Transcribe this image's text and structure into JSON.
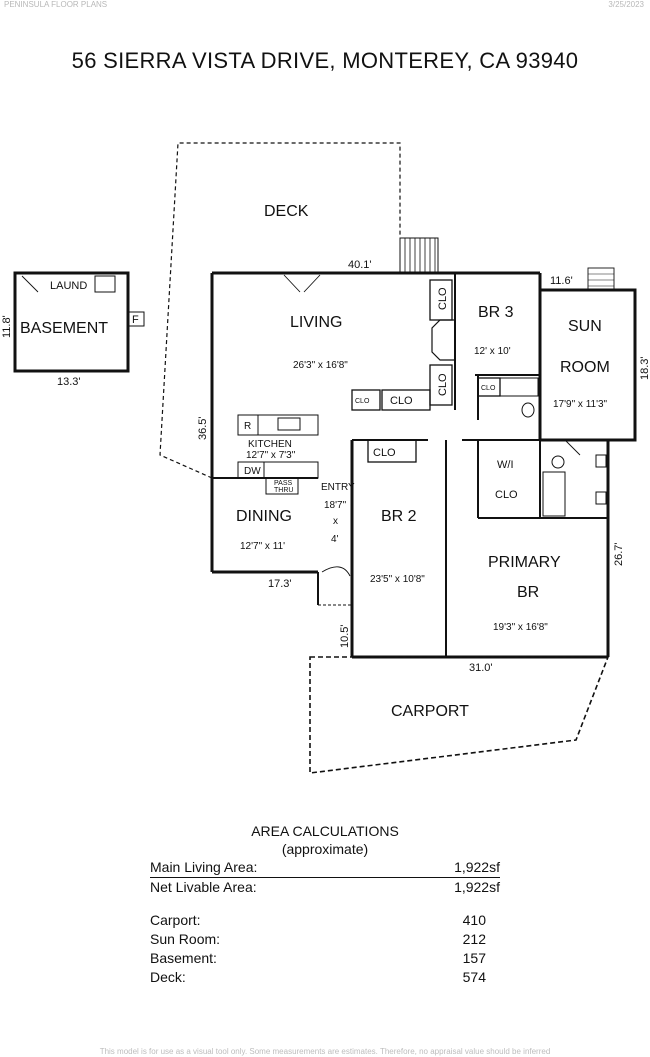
{
  "header": {
    "company": "PENINSULA FLOOR PLANS",
    "date": "3/25/2023",
    "address": "56 SIERRA VISTA DRIVE, MONTEREY, CA  93940"
  },
  "rooms": {
    "deck": "DECK",
    "living": "LIVING",
    "living_size": "26'3\" x 16'8\"",
    "br3": "BR 3",
    "br3_size": "12' x 10'",
    "sun_line1": "SUN",
    "sun_line2": "ROOM",
    "sun_size": "17'9\" x 11'3\"",
    "kitchen": "KITCHEN",
    "kitchen_size": "12'7\" x 7'3\"",
    "dining": "DINING",
    "dining_size": "12'7\" x 11'",
    "entry": "ENTRY",
    "entry_size_a": "18'7\"",
    "entry_size_x": "x",
    "entry_size_b": "4'",
    "br2": "BR 2",
    "br2_size": "23'5\" x 10'8\"",
    "wi": "W/I",
    "primary_line1": "PRIMARY",
    "primary_line2": "BR",
    "primary_size": "19'3\" x 16'8\"",
    "carport": "CARPORT",
    "basement": "BASEMENT",
    "laund": "LAUND",
    "clo": "CLO",
    "refrigerator": "R",
    "dishwasher": "DW",
    "pass_line1": "PASS",
    "pass_line2": "THRU",
    "furnace": "F"
  },
  "dimensions": {
    "d40": "40.1'",
    "d11_6": "11.6'",
    "d18_3": "18.3'",
    "d36_5": "36.5'",
    "d17_3": "17.3'",
    "d10_5": "10.5'",
    "d26_7": "26.7'",
    "d31": "31.0'",
    "d13_3": "13.3'",
    "d11_8": "11.8'"
  },
  "area": {
    "title": "AREA CALCULATIONS",
    "subtitle": "(approximate)",
    "rows": [
      {
        "label": "Main Living Area:",
        "value": "1,922sf"
      },
      {
        "label": "Net Livable Area:",
        "value": "1,922sf"
      }
    ],
    "extras": [
      {
        "label": "Carport:",
        "value": "410"
      },
      {
        "label": "Sun Room:",
        "value": "212"
      },
      {
        "label": "Basement:",
        "value": "157"
      },
      {
        "label": "Deck:",
        "value": "574"
      }
    ]
  },
  "footer": "This model is for use as a visual tool only. Some measurements are estimates. Therefore, no appraisal value should be inferred"
}
